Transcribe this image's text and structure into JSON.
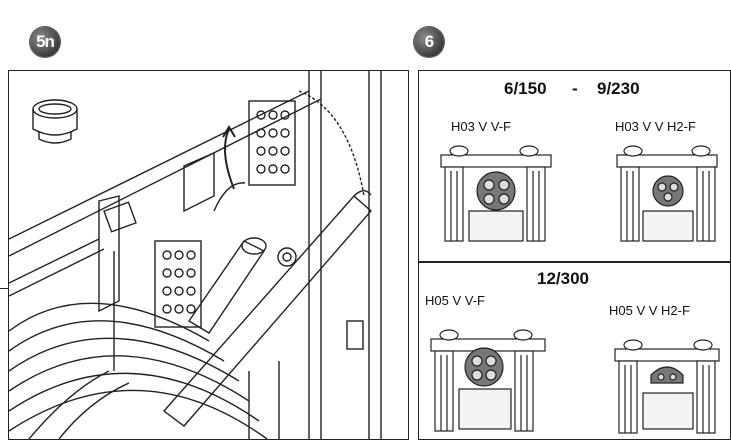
{
  "steps": {
    "left_badge": "5n",
    "right_badge": "6"
  },
  "panel_top": {
    "title_left": "6/150",
    "title_dash": "-",
    "title_right": "9/230",
    "cable_left": "H03 V V-F",
    "cable_right": "H03 V V H2-F"
  },
  "panel_bottom": {
    "title": "12/300",
    "cable_left": "H05  V V-F",
    "cable_right": "H05  V V H2-F"
  }
}
